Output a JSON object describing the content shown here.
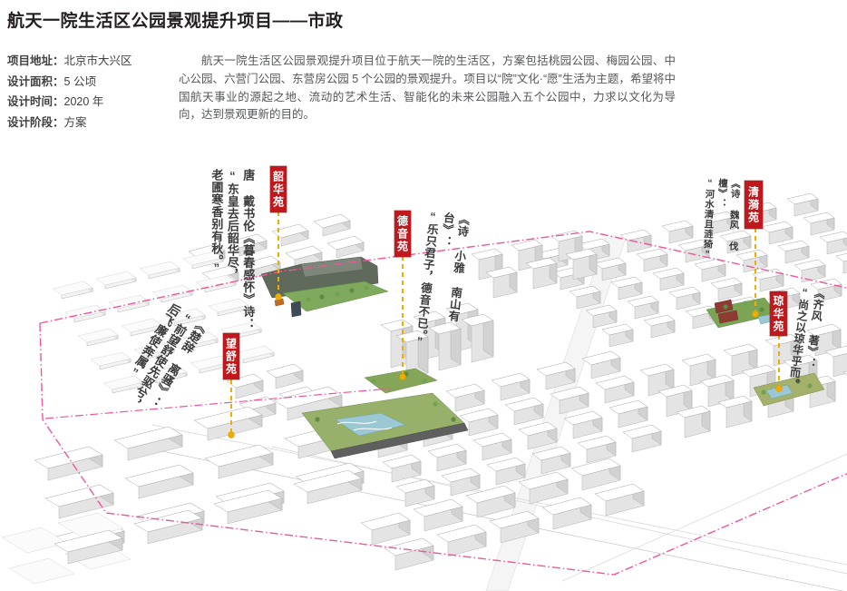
{
  "header": {
    "title": "航天一院生活区公园景观提升项目——市政"
  },
  "project_info": {
    "rows": [
      {
        "label": "项目地址：",
        "value": "北京市大兴区"
      },
      {
        "label": "设计面积：",
        "value": "5 公顷"
      },
      {
        "label": "设计时间：",
        "value": "2020 年"
      },
      {
        "label": "设计阶段：",
        "value": "方案"
      }
    ]
  },
  "description": "航天一院生活区公园景观提升项目位于航天一院的生活区，方案包括桃园公园、梅园公园、中心公园、六营门公园、东营房公园 5 个公园的景观提升。项目以“院”文化·“愿”生活为主题，希望将中国航天事业的源起之地、流动的艺术生活、智能化的未来公园融入五个公园中，力求以文化为导向，达到景观更新的目的。",
  "map": {
    "labels": {
      "shaohua": "韶华苑",
      "wangshu": "望舒苑",
      "deyin": "德音苑",
      "qingyi": "清漪苑",
      "qionghua": "琼华苑"
    },
    "annotations": {
      "shaohua": "唐 戴书伦《暮春感怀》诗：\n“东皇去后韶华尽，\n老圃寒香别有秋。”",
      "wangshu": "《楚辞 离骚》：\n“前望舒使先驱兮，\n后飞廉使奔属”",
      "deyin": "《诗 小雅 南山有台》：\n“乐只君子，德音不已。”",
      "qingyi": "《诗 魏风 伐檀》：\n“河水清且涟猗”",
      "qionghua": "《齐风 著》：\n“尚之以琼华乎而。"
    }
  },
  "colors": {
    "label_red": "#c0181d",
    "leader_amber": "#f0ad00",
    "boundary_pink": "#f2549c",
    "lawn_green": "#85a659",
    "dark_roof": "#606a5c",
    "water_blue": "#9cc8d4",
    "brick_red": "#8e3c33"
  }
}
